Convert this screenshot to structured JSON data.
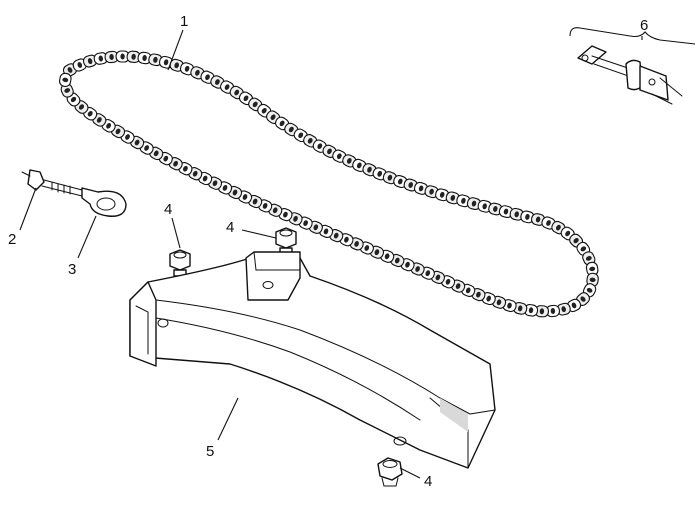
{
  "diagram": {
    "callouts": {
      "chain": "1",
      "adjuster_bolt": "2",
      "adjuster_eye": "3",
      "nut_top_left": "4",
      "nut_top_center": "4",
      "guard": "5",
      "master_link": "6",
      "nut_bottom": "4"
    }
  },
  "colors": {
    "ink": "#111111",
    "paper": "#ffffff"
  }
}
